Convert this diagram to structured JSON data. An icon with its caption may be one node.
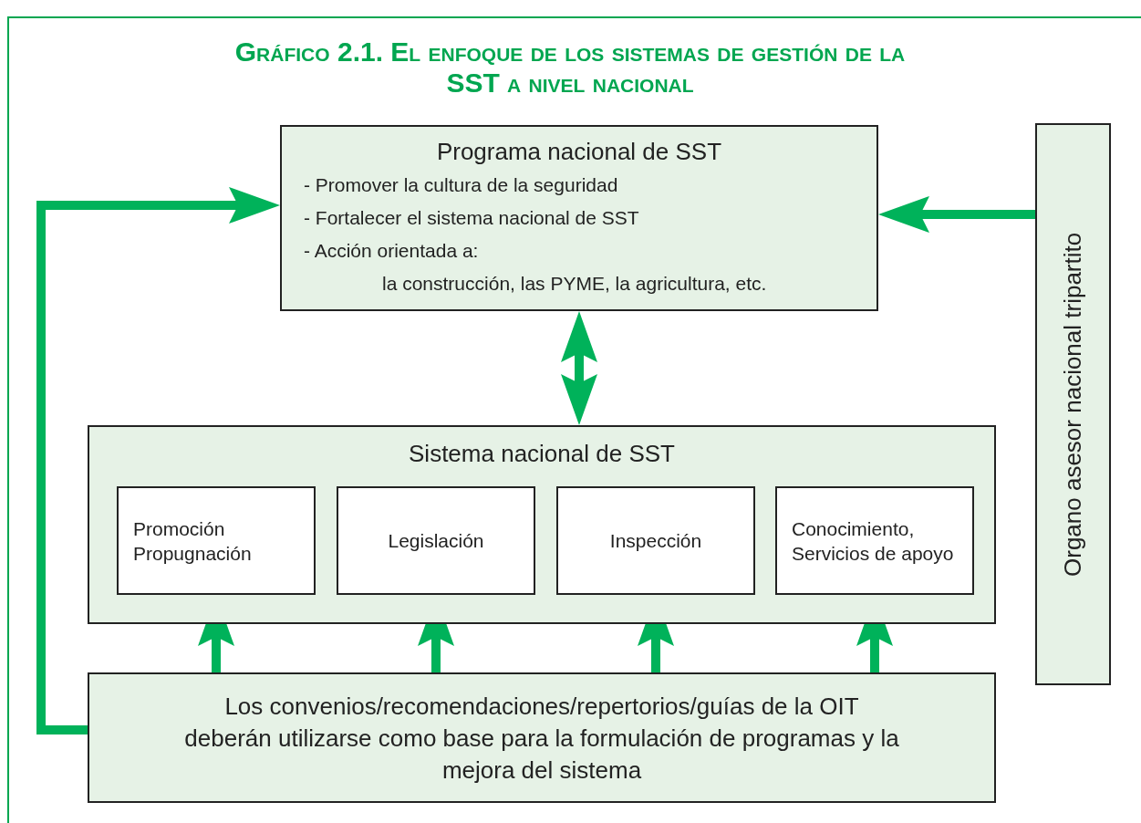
{
  "diagram": {
    "title": "Gráfico 2.1. El enfoque de los sistemas de gestión de la SST a nivel nacional",
    "nodes": [
      {
        "text": [
          "Programa nacional de SST",
          "- Promover la cultura de la seguridad",
          "- Fortalecer el sistema nacional de SST",
          "- Acción orientada a:",
          "la construcción, las PYME, la agricultura, etc."
        ]
      },
      {
        "text": [
          "Organo asesor nacional tripartito"
        ]
      },
      {
        "text": [
          "Sistema nacional de SST"
        ]
      },
      {
        "text": [
          "Promoción Propugnación"
        ],
        "in": 2
      },
      {
        "text": [
          "Legislación"
        ],
        "in": 2
      },
      {
        "text": [
          "Inspección"
        ],
        "in": 2
      },
      {
        "text": [
          "Conocimiento, Servicios de apoyo"
        ],
        "in": 2
      },
      {
        "text": [
          "Los convenios/recomendaciones/repertorios/guías de la OIT deberán utilizarse como base para la formulación de programas y la mejora del sistema"
        ]
      }
    ],
    "edges": [
      {
        "from": 7,
        "to": 0,
        "arrow": "to"
      },
      {
        "from": 1,
        "to": 0,
        "arrow": "to"
      },
      {
        "from": 0,
        "to": 2,
        "arrow": "both"
      },
      {
        "from": 7,
        "to": 3,
        "arrow": "to"
      },
      {
        "from": 7,
        "to": 4,
        "arrow": "to"
      },
      {
        "from": 7,
        "to": 5,
        "arrow": "to"
      },
      {
        "from": 7,
        "to": 6,
        "arrow": "to"
      }
    ]
  }
}
